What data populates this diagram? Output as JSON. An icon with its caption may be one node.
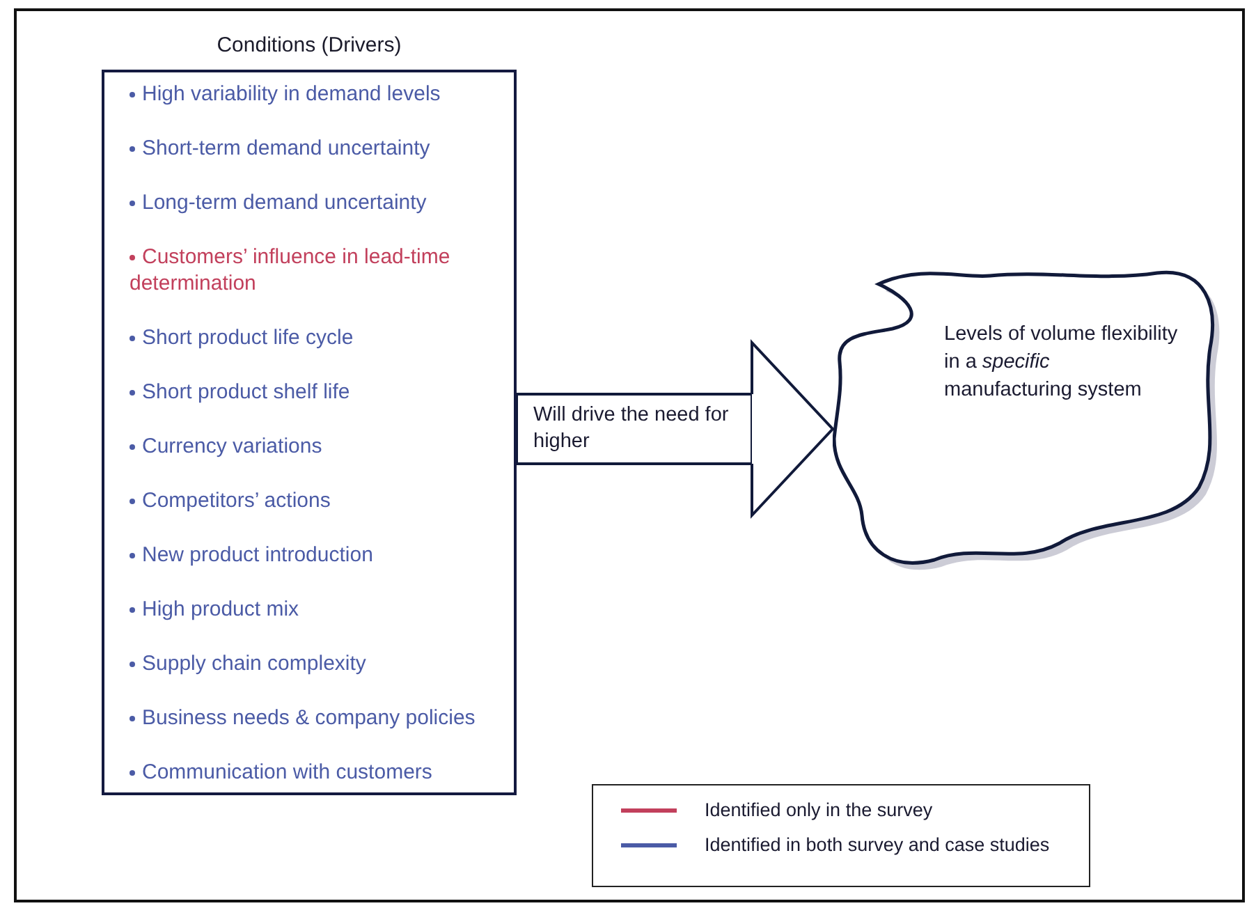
{
  "diagram": {
    "nodes": [
      {
        "text": [
          "Conditions (Drivers)",
          "High variability in demand levels",
          "Short-term demand uncertainty",
          "Long-term demand uncertainty",
          "Customers’ influence in lead-time determination",
          "Short product life cycle",
          "Short product shelf life",
          "Currency variations",
          "Competitors’ actions",
          "New product introduction",
          "High product mix",
          "Supply chain complexity",
          "Business needs & company policies",
          "Communication with customers"
        ]
      },
      {
        "text": [
          "Levels of volume flexibility in a *specific* manufacturing system"
        ]
      }
    ],
    "edges": [
      {
        "from": 0,
        "to": 1,
        "arrow": "to",
        "label": "Will drive the need for higher"
      }
    ],
    "legend": [
      {
        "text": "Identified only in the survey"
      },
      {
        "text": "Identified in both survey and case studies"
      }
    ]
  }
}
